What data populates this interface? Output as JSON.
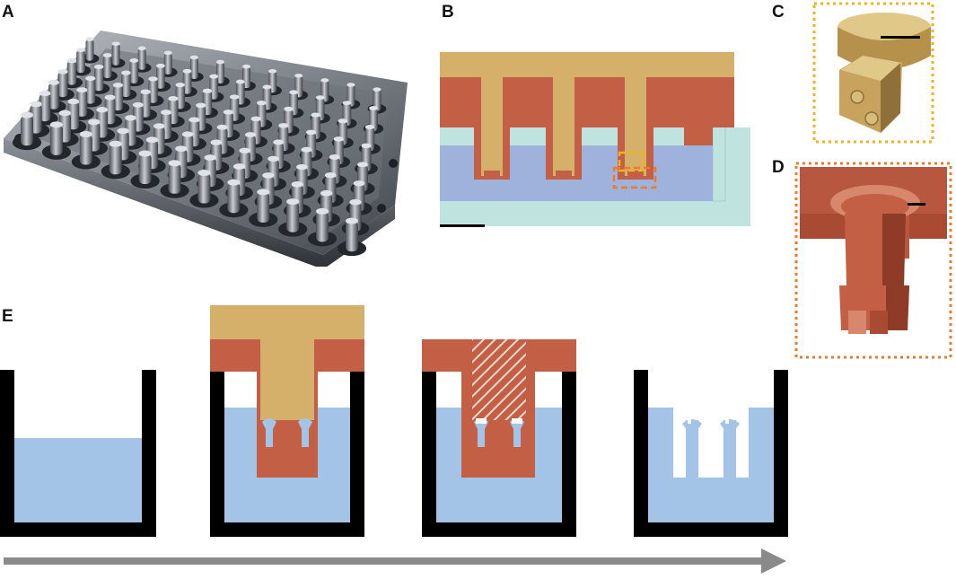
{
  "panels": {
    "a": {
      "label": "A"
    },
    "b": {
      "label": "B"
    },
    "c": {
      "label": "C"
    },
    "d": {
      "label": "D"
    },
    "e": {
      "label": "E"
    }
  },
  "colors": {
    "mold_tan": "#d4b06a",
    "mold_rust": "#c35f45",
    "liquid_blue": "#a3c4e6",
    "well_black": "#000000",
    "arrow_gray": "#8a8a8a",
    "highlight_yellow": "#f2b21d",
    "highlight_orange": "#ec7a2c",
    "cad_light_teal": "#bfe3df",
    "cad_blue": "#9fb2dc"
  },
  "icons": {
    "process_arrow": "right-arrow-icon"
  }
}
